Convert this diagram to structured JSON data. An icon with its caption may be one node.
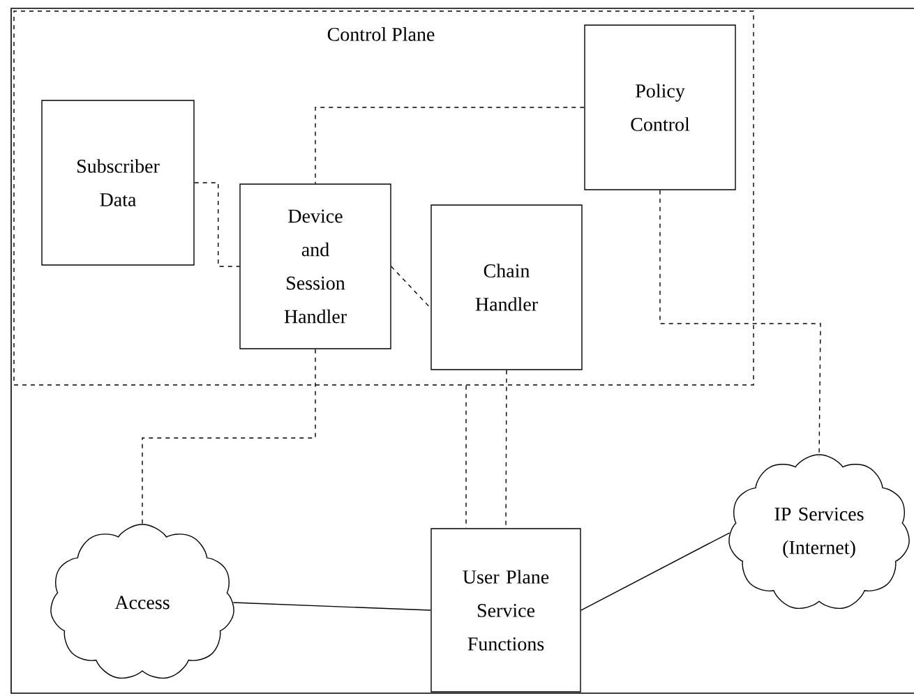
{
  "diagram": {
    "nodes": [
      {
        "text": [
          "Control Plane"
        ]
      },
      {
        "text": [
          "Subscriber Data"
        ],
        "in": 0
      },
      {
        "text": [
          "Device and Session Handler"
        ],
        "in": 0
      },
      {
        "text": [
          "Chain Handler"
        ],
        "in": 0
      },
      {
        "text": [
          "Policy Control"
        ],
        "in": 0
      },
      {
        "text": [
          "Access"
        ]
      },
      {
        "text": [
          "User Plane Service Functions"
        ]
      },
      {
        "text": [
          "IP Services (Internet)"
        ]
      }
    ],
    "edges": [
      {
        "from": 1,
        "to": 2,
        "arrow": "none",
        "style": "dashed"
      },
      {
        "from": 2,
        "to": 3,
        "arrow": "none",
        "style": "dashed"
      },
      {
        "from": 4,
        "to": 2,
        "arrow": "none",
        "style": "dashed"
      },
      {
        "from": 2,
        "to": 5,
        "arrow": "none",
        "style": "dashed"
      },
      {
        "from": 0,
        "to": 6,
        "arrow": "none",
        "style": "dashed"
      },
      {
        "from": 3,
        "to": 6,
        "arrow": "none",
        "style": "dashed"
      },
      {
        "from": 4,
        "to": 7,
        "arrow": "none",
        "style": "dashed"
      },
      {
        "from": 5,
        "to": 6,
        "arrow": "none"
      },
      {
        "from": 6,
        "to": 7,
        "arrow": "none"
      }
    ]
  }
}
